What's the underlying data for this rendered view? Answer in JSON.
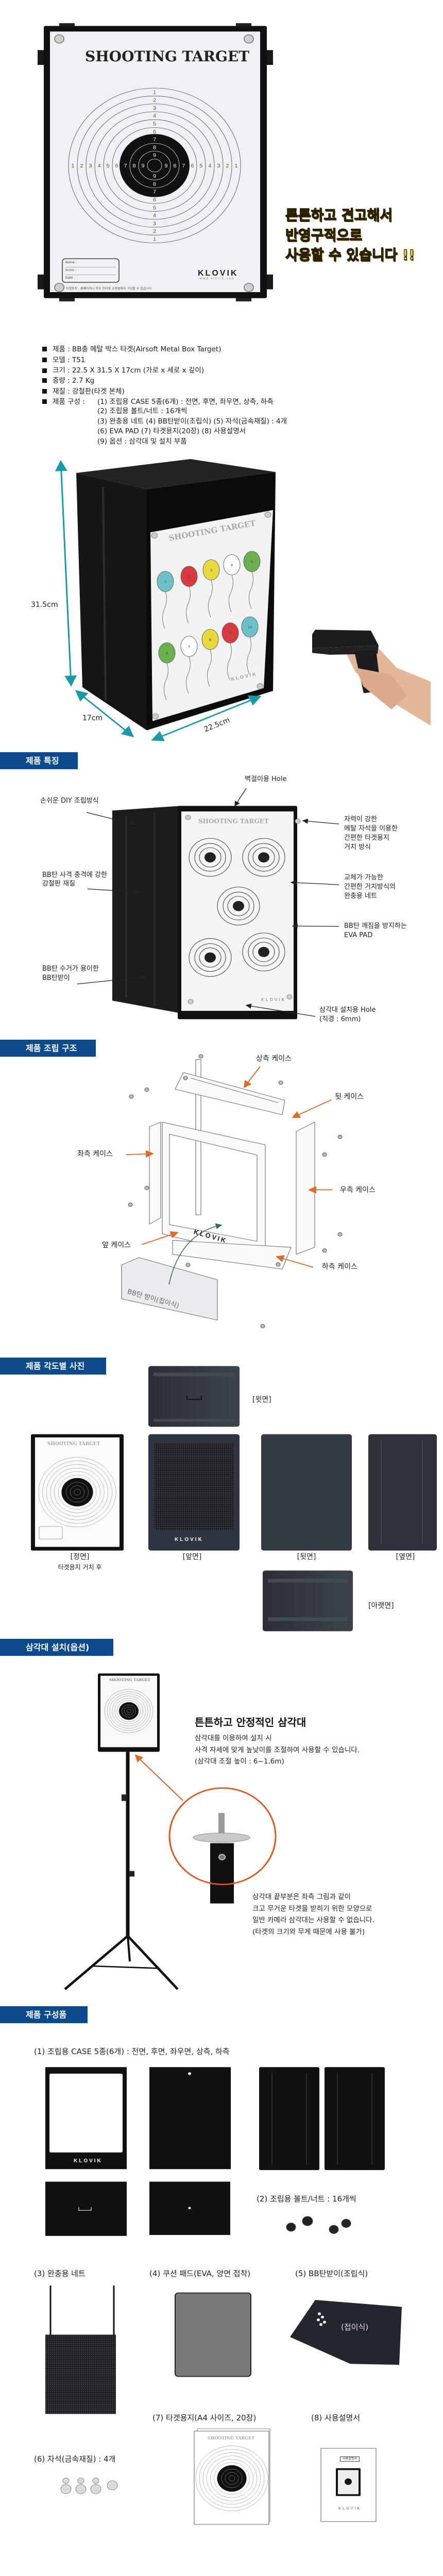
{
  "hero": {
    "target_title": "SHOOTING TARGET",
    "ring_numbers": [
      "1",
      "2",
      "3",
      "4",
      "5",
      "6",
      "7",
      "8",
      "9"
    ],
    "form": {
      "name": "Name :",
      "score": "Score :",
      "date": "Date :"
    },
    "brand": "KLOVIK",
    "brand_url": "www.klovik.com",
    "note": "타겟용지 : 홈페이지나 주요 인터넷 쇼핑몰에서 구입할 수 있습니다",
    "slogan": [
      "튼튼하고 견고해서",
      "반영구적으로",
      "사용할 수 있습니다 !!"
    ]
  },
  "specs": {
    "items": [
      "제품 : BB총 메탈 박스 타겟(Airsoft Metal Box Target)",
      "모델 : T51",
      "크기 : 22.5 X 31.5 X 17cm (가로 x 세로 x 깊이)",
      "중량 : 2.7 Kg",
      "재질 : 강철판(타겟 본체)"
    ],
    "composition_label": "제품 구성 :",
    "composition": [
      "(1) 조립용 CASE 5종(6개) : 전면, 후면, 좌우면, 상측, 하측",
      "(2) 조립용 볼트/너트 : 16개씩",
      "(3) 완충용 네트   (4) BB탄받이(조립식)   (5) 자석(금속재질) : 4개",
      "(6) EVA PAD   (7) 타겟용지(20장)   (8) 사용설명서",
      "(9) 옵션 : 삼각대 및 설치 부품"
    ]
  },
  "dimensions": {
    "height": "31.5cm",
    "depth": "17cm",
    "width": "22.5cm",
    "panel_title": "SHOOTING TARGET",
    "balloons_top": [
      "1",
      "2",
      "3",
      "4",
      "5"
    ],
    "balloons_bottom": [
      "6",
      "7",
      "8",
      "9",
      "10"
    ],
    "panel_brand": "KLOVIK"
  },
  "sections": {
    "features": "제품 특징",
    "assembly": "제품 조립 구조",
    "angles": "제품 각도별 사진",
    "tripod": "삼각대 설치(옵션)",
    "components": "제품 구성품"
  },
  "features": {
    "panel_title": "SHOOTING TARGET",
    "panel_brand": "KLOVIK",
    "wall_hole": "벽걸이용 Hole",
    "diy": "손쉬운 DIY 조립방식",
    "magnet": [
      "자력이 강한",
      "메탈 자석을 이용한",
      "간편한 타겟용지",
      "거치 방식"
    ],
    "steel": [
      "BB탄 사격 충격에 강한",
      "강철판 재질"
    ],
    "net": [
      "교체가 가능한",
      "간편한 거치방식의",
      "완충용 네트"
    ],
    "eva": [
      "BB탄 깨짐을 방지하는",
      "EVA PAD"
    ],
    "tray": [
      "BB탄 수거가 용이한",
      "BB탄받이"
    ],
    "tripod_hole": [
      "삼각대 설치용 Hole",
      "(직경 : 6mm)"
    ]
  },
  "assembly": {
    "top": "상측 케이스",
    "back": "뒷 케이스",
    "left": "좌측 케이스",
    "right": "우측 케이스",
    "front": "앞 케이스",
    "bottom": "하측 케이스",
    "tray": "BB탄 받이(접이식)",
    "brand": "KLOVIK"
  },
  "angles": {
    "top": "[윗면]",
    "front_mounted": "[정면]",
    "front_mounted_note": "타겟용지 거치 후",
    "front": "[앞면]",
    "back": "[뒷면]",
    "side": "[옆면]",
    "bottom": "[아랫면]",
    "brand": "KLOVIK",
    "target_title": "SHOOTING TARGET"
  },
  "tripod": {
    "title": "튼튼하고 안정적인 삼각대",
    "desc": [
      "삼각대를 이용하여 설치 시",
      "사격 자세에 맞게 높낮이를 조절하여 사용할 수 있습니다.",
      "(삼각대 조절 높이 : 6~1.6m)"
    ],
    "note": [
      "삼각대 끝부분은 좌측 그림과 같이",
      "크고 무거운 타겟을 받히기 위한 모양으로",
      "일반 카메라 삼각대는 사용할 수 없습니다.",
      "(타겟의 크기와 무게 때문에 사용 불가)"
    ],
    "target_title": "SHOOTING TARGET"
  },
  "components": {
    "case": "(1) 조립용 CASE 5종(6개) : 전면, 후면, 좌우면, 상측, 하측",
    "bolts": "(2) 조립용 볼트/너트 : 16개씩",
    "net": "(3) 완충용 네트",
    "pad": "(4) 쿠션 패드(EVA, 양면 접착)",
    "tray": "(5) BB탄받이(조립식)",
    "tray_note": "(접이식)",
    "magnets": "(6) 자석(금속재질) : 4개",
    "paper": "(7) 타겟용지(A4 사이즈, 20장)",
    "manual": "(8) 사용설명서",
    "manual_cover": "사용설명서",
    "brand": "KLOVIK",
    "paper_title": "SHOOTING TARGET"
  },
  "colors": {
    "header_bg": "#0c4a8c",
    "slogan": "#f7d417",
    "dimension": "#1a9aa8",
    "callout_orange": "#e2571e",
    "balloon_teal": "#6cc0c8",
    "balloon_red": "#d63a3f",
    "balloon_yellow": "#e8d83a",
    "balloon_green": "#6ab04c"
  }
}
